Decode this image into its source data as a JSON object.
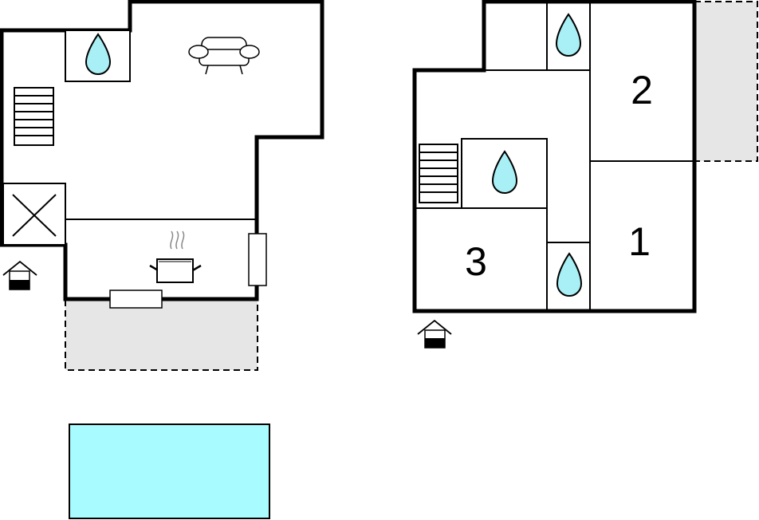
{
  "floorplan": {
    "colors": {
      "wall": "#000000",
      "water": "#a8f0f5",
      "pool": "#a8fcff",
      "terrace": "#e6e6e6",
      "background": "#ffffff"
    },
    "icons": {
      "water": "water-drop-icon",
      "stairs": "stairs-icon",
      "sofa": "sofa-icon",
      "cooking": "cooking-pot-icon",
      "entrance": "entrance-icon",
      "utility": "utility-cross-icon"
    },
    "room_labels": {
      "bedroom_1": "1",
      "bedroom_2": "2",
      "bedroom_3": "3"
    }
  }
}
